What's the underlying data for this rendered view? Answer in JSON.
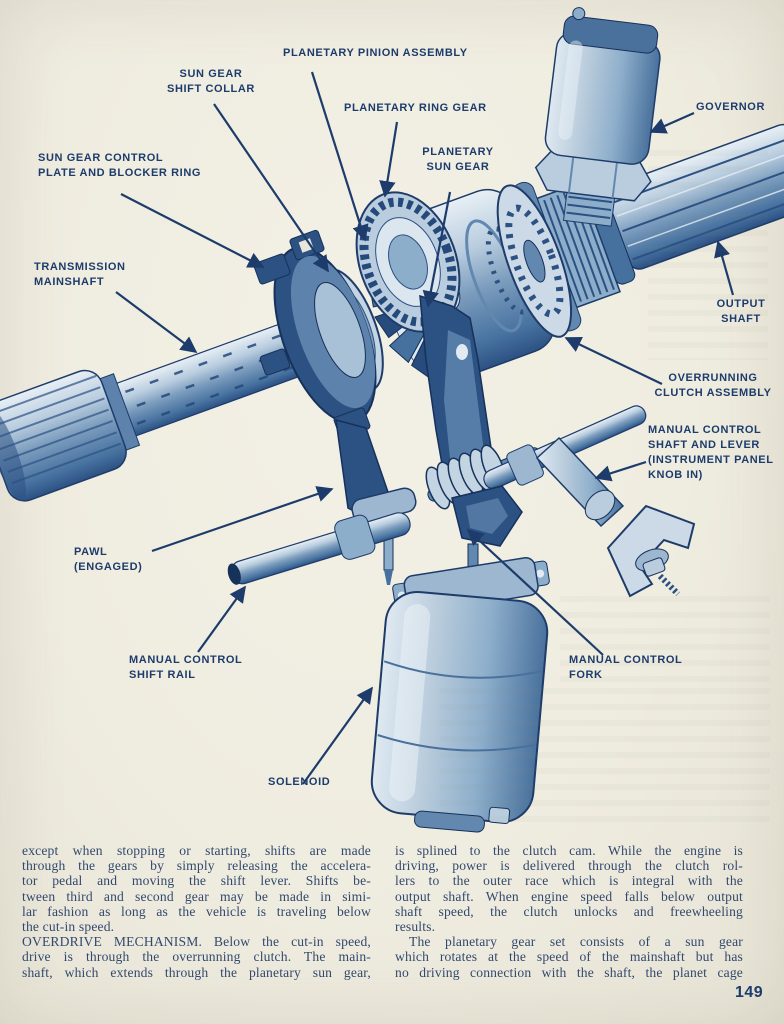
{
  "page": {
    "number": "149"
  },
  "colors": {
    "paper": "#efece0",
    "ink": "#1d3c6b",
    "body_text": "#32496d",
    "illustration_dark": "#2c5183",
    "illustration_mid": "#6288b0",
    "illustration_light": "#ccdae7"
  },
  "diagram": {
    "subject": "Overdrive mechanism cutaway illustration",
    "labels": [
      {
        "id": "planetary-pinion-assembly",
        "text": "PLANETARY PINION ASSEMBLY"
      },
      {
        "id": "sun-gear-shift-collar",
        "text": "SUN GEAR\nSHIFT COLLAR"
      },
      {
        "id": "planetary-ring-gear",
        "text": "PLANETARY RING GEAR"
      },
      {
        "id": "governor",
        "text": "GOVERNOR"
      },
      {
        "id": "sun-gear-control-plate-and-blocker-ring",
        "text": "SUN GEAR CONTROL\nPLATE AND BLOCKER RING"
      },
      {
        "id": "planetary-sun-gear",
        "text": "PLANETARY\nSUN GEAR"
      },
      {
        "id": "transmission-mainshaft",
        "text": "TRANSMISSION\nMAINSHAFT"
      },
      {
        "id": "output-shaft",
        "text": "OUTPUT\nSHAFT"
      },
      {
        "id": "overrunning-clutch-assembly",
        "text": "OVERRUNNING\nCLUTCH ASSEMBLY"
      },
      {
        "id": "manual-control-shaft-and-lever",
        "text": "MANUAL CONTROL\nSHAFT AND LEVER\n(INSTRUMENT PANEL\nKNOB IN)"
      },
      {
        "id": "pawl-engaged",
        "text": "PAWL\n(ENGAGED)"
      },
      {
        "id": "manual-control-shift-rail",
        "text": "MANUAL CONTROL\nSHIFT RAIL"
      },
      {
        "id": "manual-control-fork",
        "text": "MANUAL CONTROL\nFORK"
      },
      {
        "id": "solenoid",
        "text": "SOLENOID"
      }
    ]
  },
  "body": {
    "left_lines": [
      "except when stopping or starting, shifts are made",
      "through the gears by simply releasing the accelera-",
      "tor pedal and moving the shift lever.  Shifts be-",
      "tween third and second gear may be made in simi-",
      "lar fashion as long as the vehicle is traveling below",
      "the cut-in speed.",
      "OVERDRIVE MECHANISM.  Below the cut-in speed,",
      "drive is through the overrunning clutch.  The main-",
      "shaft, which extends through the planetary sun gear,"
    ],
    "right_lines": [
      "is splined to the clutch cam.  While the engine is",
      "driving,  power is delivered through the clutch rol-",
      "lers to the outer race which is integral with the",
      "output shaft.  When engine speed falls below output",
      "shaft speed, the clutch unlocks and freewheeling",
      "results.",
      "The planetary gear set consists of a sun gear",
      "which rotates at the speed of the mainshaft but has",
      "no driving connection with the shaft, the planet cage"
    ]
  }
}
